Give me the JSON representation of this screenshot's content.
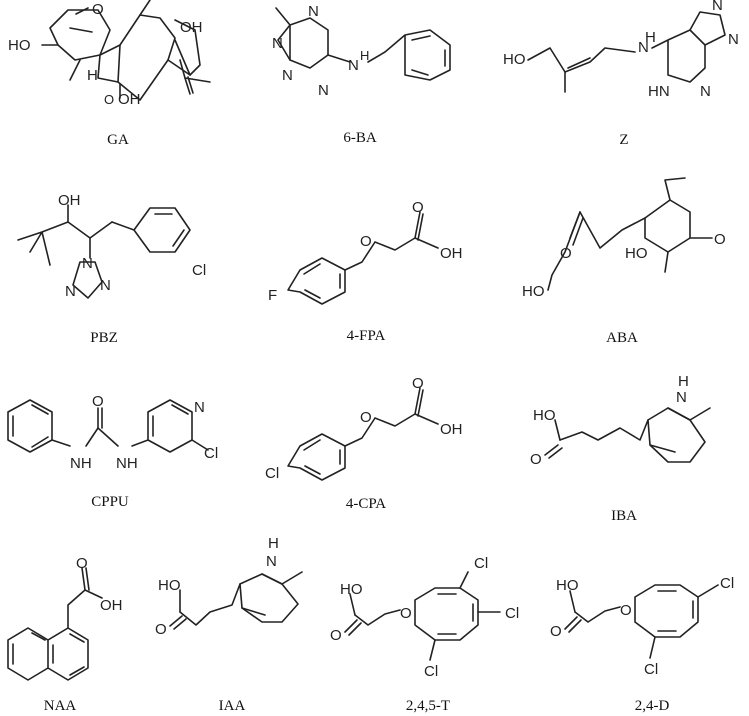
{
  "compounds": [
    {
      "key": "ga",
      "label": "GA"
    },
    {
      "key": "ba",
      "label": "6-BA"
    },
    {
      "key": "z",
      "label": "Z"
    },
    {
      "key": "pbz",
      "label": "PBZ"
    },
    {
      "key": "fpa",
      "label": "4-FPA"
    },
    {
      "key": "aba",
      "label": "ABA"
    },
    {
      "key": "cppu",
      "label": "CPPU"
    },
    {
      "key": "cpa",
      "label": "4-CPA"
    },
    {
      "key": "iba",
      "label": "IBA"
    },
    {
      "key": "naa",
      "label": "NAA"
    },
    {
      "key": "iaa",
      "label": "IAA"
    },
    {
      "key": "t245",
      "label": "2,4,5-T"
    },
    {
      "key": "d24",
      "label": "2,4-D"
    }
  ],
  "atoms": {
    "ho": "HO",
    "oh": "OH",
    "o": "O",
    "h": "H",
    "nh": "NH",
    "n": "N",
    "hn": "HN",
    "cl": "Cl",
    "f": "F",
    "ch_h": "H",
    "n_h": "N",
    "h_n": "H"
  }
}
